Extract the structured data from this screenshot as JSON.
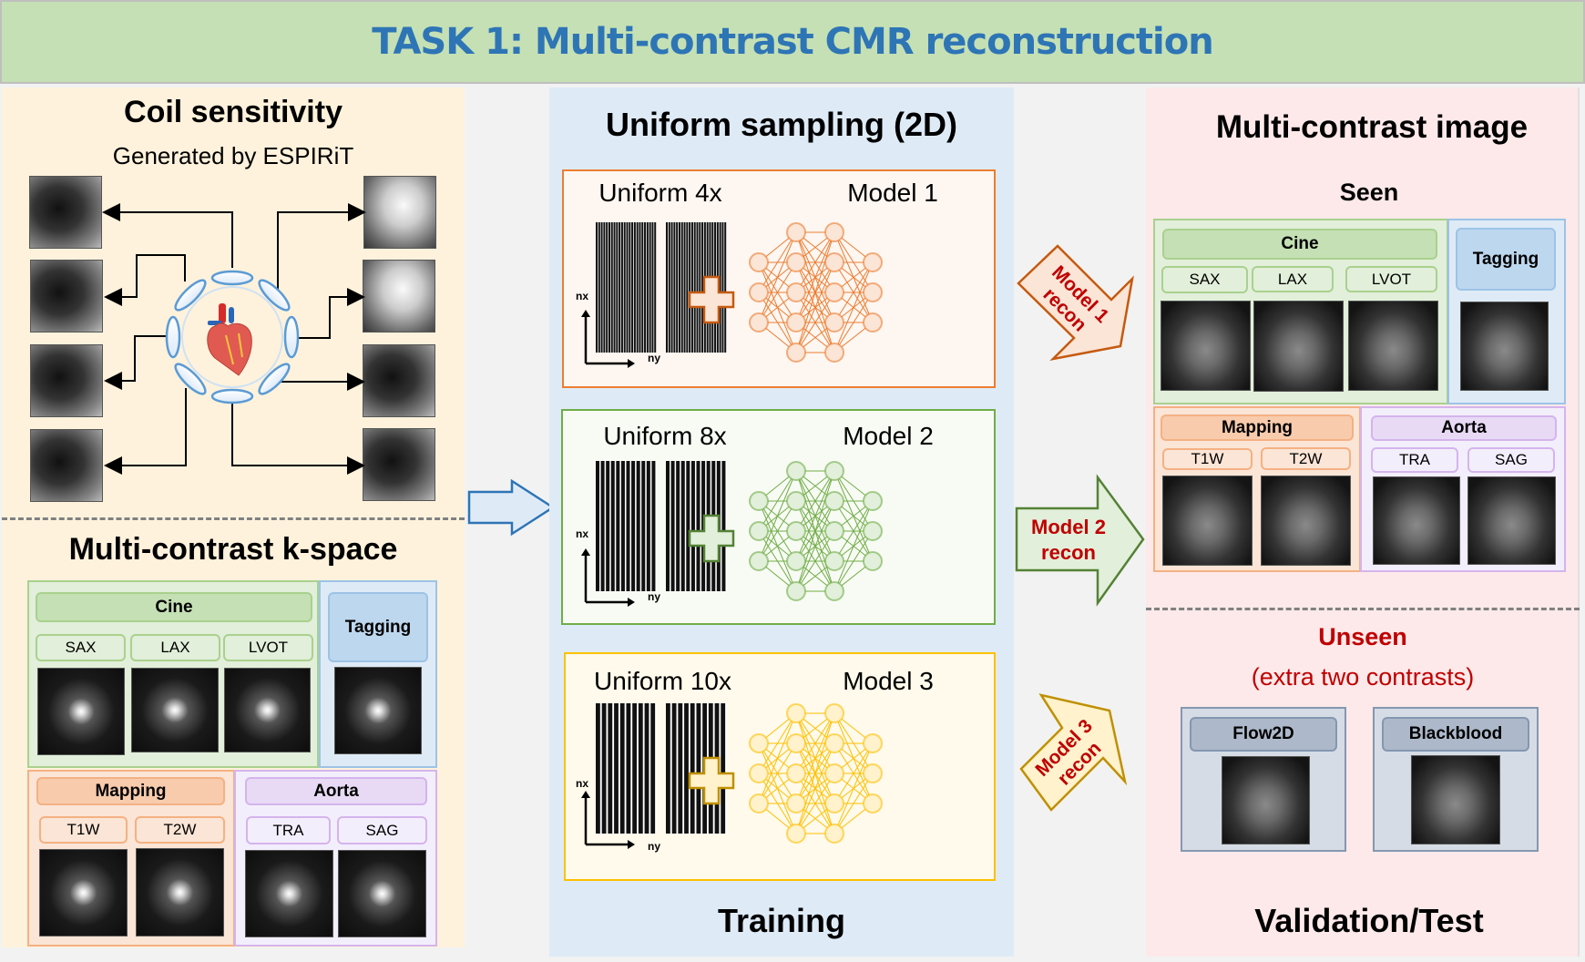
{
  "title": "TASK 1: Multi-contrast CMR reconstruction",
  "colors": {
    "title": "#2e75b6",
    "header_bg": "#c5e0b4",
    "model1": "#ed7d31",
    "model2": "#70ad47",
    "model3": "#ffc000",
    "unseen": "#c00000",
    "recon_label": "#c00000"
  },
  "left": {
    "coil_title": "Coil sensitivity",
    "coil_subtitle": "Generated by ESPIRiT",
    "kspace_title": "Multi-contrast k-space",
    "groups": {
      "cine": {
        "label": "Cine",
        "views": [
          "SAX",
          "LAX",
          "LVOT"
        ]
      },
      "tagging": {
        "label": "Tagging"
      },
      "mapping": {
        "label": "Mapping",
        "views": [
          "T1W",
          "T2W"
        ]
      },
      "aorta": {
        "label": "Aorta",
        "views": [
          "TRA",
          "SAG"
        ]
      }
    }
  },
  "middle": {
    "title": "Uniform sampling (2D)",
    "footer": "Training",
    "axis_x": "nx",
    "axis_y": "ny",
    "rows": [
      {
        "sampling": "Uniform 4x",
        "model": "Model 1",
        "acceleration": 4
      },
      {
        "sampling": "Uniform 8x",
        "model": "Model 2",
        "acceleration": 8
      },
      {
        "sampling": "Uniform 10x",
        "model": "Model 3",
        "acceleration": 10
      }
    ]
  },
  "arrows": {
    "recon1": {
      "line1": "Model 1",
      "line2": "recon"
    },
    "recon2": {
      "line1": "Model 2",
      "line2": "recon"
    },
    "recon3": {
      "line1": "Model 3",
      "line2": "recon"
    }
  },
  "right": {
    "title": "Multi-contrast image",
    "seen": "Seen",
    "groups": {
      "cine": {
        "label": "Cine",
        "views": [
          "SAX",
          "LAX",
          "LVOT"
        ]
      },
      "tagging": {
        "label": "Tagging"
      },
      "mapping": {
        "label": "Mapping",
        "views": [
          "T1W",
          "T2W"
        ]
      },
      "aorta": {
        "label": "Aorta",
        "views": [
          "TRA",
          "SAG"
        ]
      }
    },
    "unseen": "Unseen",
    "unseen_sub": "(extra two contrasts)",
    "unseen_items": [
      "Flow2D",
      "Blackblood"
    ],
    "footer": "Validation/Test"
  }
}
